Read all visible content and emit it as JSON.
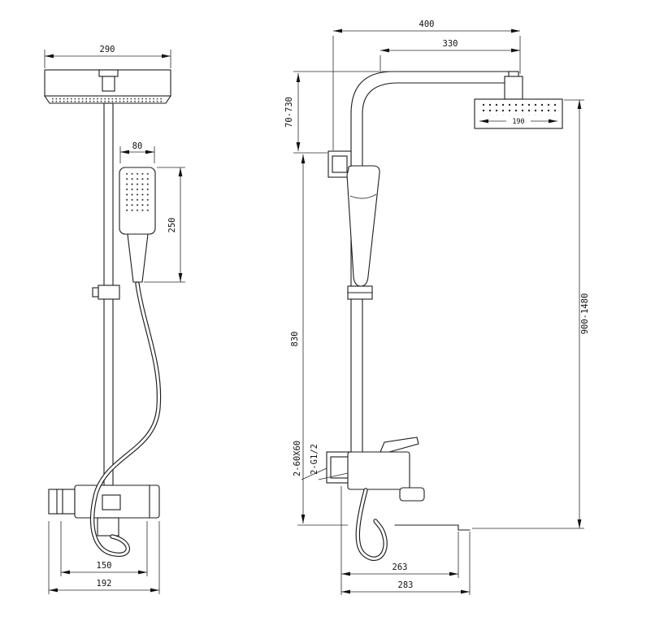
{
  "front_view": {
    "head_width": "290",
    "hand_shower_width": "80",
    "hand_shower_height": "250",
    "inlet_spacing": "150",
    "mixer_width": "192"
  },
  "side_view": {
    "arm_projection": "400",
    "arm_length": "330",
    "top_adjust_range": "70-730",
    "head_depth": "190",
    "overall_height": "900-1480",
    "riser_height": "830",
    "flange_label": "2-60X60",
    "thread_label": "2-G1/2",
    "spout_reach": "263",
    "base_depth": "283"
  },
  "colors": {
    "line": "#1c1c1c",
    "background": "#ffffff"
  }
}
